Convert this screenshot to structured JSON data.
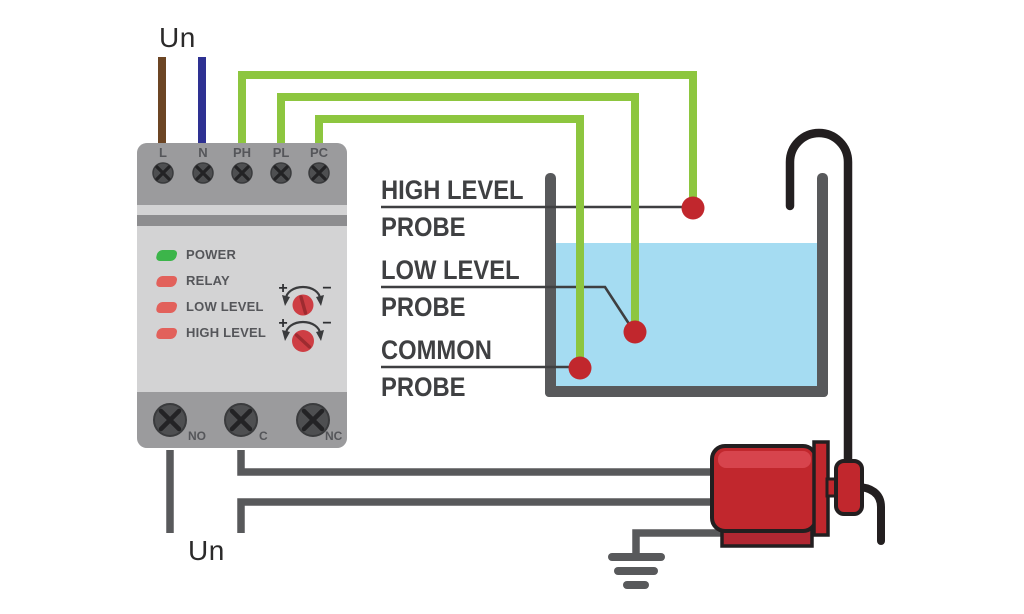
{
  "colors": {
    "wire_green": "#8dc63f",
    "wire_brown": "#6c4524",
    "wire_blue": "#2e3192",
    "wire_gray": "#58595b",
    "outline_black": "#231f20",
    "water_blue": "#a5dcf2",
    "tank_gray": "#58595b",
    "probe_red": "#c1272d",
    "pump_red": "#c1272d",
    "pump_red_light": "#d7444d",
    "pump_base_red": "#b12732",
    "knob_red": "#ce3e44",
    "relay_body": "#d3d3d4",
    "relay_strip": "#9b9b9d",
    "relay_stripe": "#8d8d8f",
    "screw_dark": "#4e4f51",
    "leader_line": "#3e3f41"
  },
  "supply": {
    "top_label": "Un",
    "bottom_label": "Un"
  },
  "relay": {
    "terminals_top": [
      "L",
      "N",
      "PH",
      "PL",
      "PC"
    ],
    "terminals_bottom": [
      "NO",
      "C",
      "NC"
    ],
    "leds": [
      {
        "label": "POWER",
        "color": "#3cb54a"
      },
      {
        "label": "RELAY",
        "color": "#e2615b"
      },
      {
        "label": "LOW LEVEL",
        "color": "#e2615b"
      },
      {
        "label": "HIGH LEVEL",
        "color": "#e2615b"
      }
    ],
    "knobs": [
      {
        "plus": "+",
        "minus": "−"
      },
      {
        "plus": "+",
        "minus": "−"
      }
    ]
  },
  "probes": [
    {
      "line1": "HIGH LEVEL",
      "line2": "PROBE"
    },
    {
      "line1": "LOW LEVEL",
      "line2": "PROBE"
    },
    {
      "line1": "COMMON",
      "line2": "PROBE"
    }
  ]
}
